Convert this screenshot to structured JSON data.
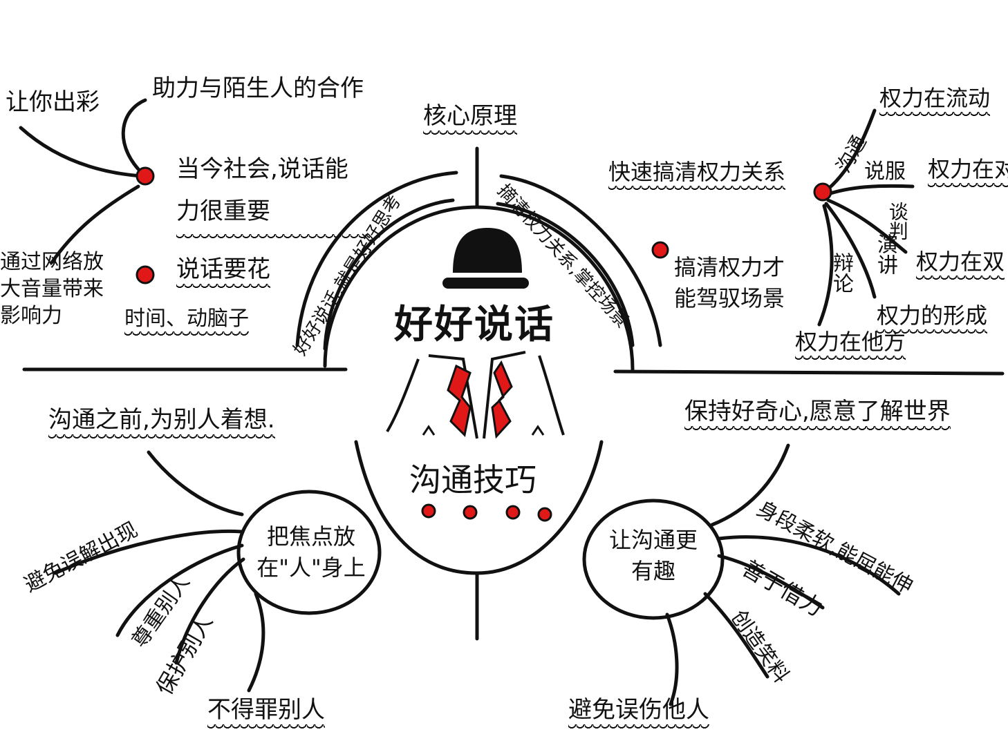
{
  "center": {
    "title": "好好说话",
    "subtitle": "沟通技巧",
    "top_label": "核心原理"
  },
  "arc_labels": {
    "left": "好好说话,就是好好思考",
    "right": "摘清权力关系,掌控场景"
  },
  "top_left": {
    "hub": "当今社会,说话能力很重要",
    "branches": [
      "让你出彩",
      "助力与陌生人的合作",
      "通过网络放大音量带来影响力"
    ],
    "node2": "说话要花",
    "node2_sub": "时间、动脑子"
  },
  "top_right": {
    "hub": "快速搞清权力关系",
    "node2": "搞清权力才能驾驭场景",
    "branches": [
      "沟通",
      "说服",
      "谈判",
      "演讲",
      "辩论"
    ],
    "results": [
      "权力在流动",
      "权力在对",
      "权力在双",
      "权力的形成",
      "权力在他方"
    ]
  },
  "bottom_left": {
    "top": "沟通之前,为别人着想.",
    "hub": "把焦点放在\"人\"身上",
    "branches": [
      "避免误解出现",
      "尊重别人",
      "保护别人",
      "不得罪别人"
    ]
  },
  "bottom_right": {
    "top": "保持好奇心,愿意了解世界",
    "hub": "让沟通更有趣",
    "branches": [
      "身段柔软,能屈能伸",
      "善于借力",
      "创造笑料",
      "避免误伤他人"
    ]
  },
  "colors": {
    "ink": "#111111",
    "accent": "#e01818"
  }
}
